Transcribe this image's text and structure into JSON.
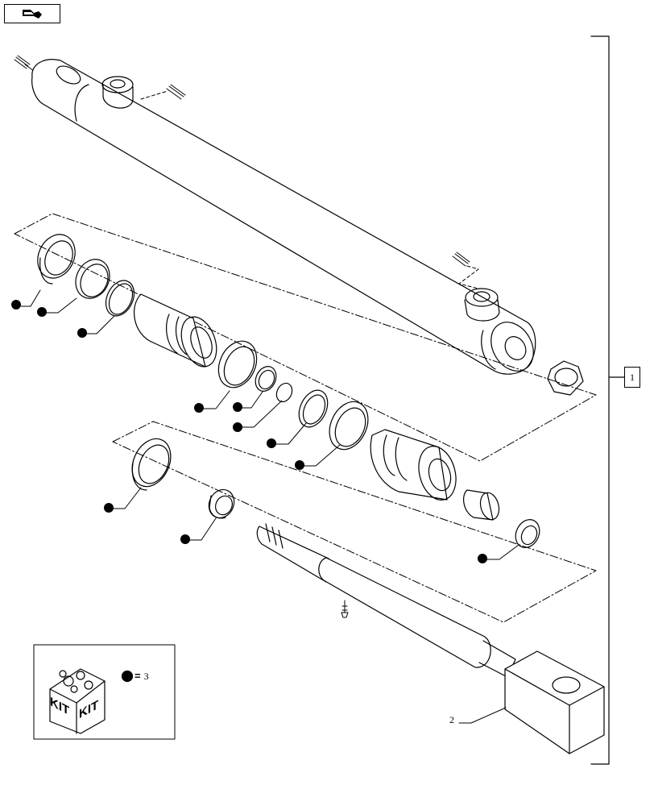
{
  "nav": {
    "icon": "next-page-arrow-icon"
  },
  "assembly_callout": "1",
  "rod_callout": "2",
  "kit_legend": {
    "symbol": "bullet-marker",
    "equals": "=",
    "quantity": "3",
    "box_left_text": "KIT",
    "box_right_text": "KIT"
  },
  "colors": {
    "ink": "#000000",
    "paper": "#ffffff"
  }
}
